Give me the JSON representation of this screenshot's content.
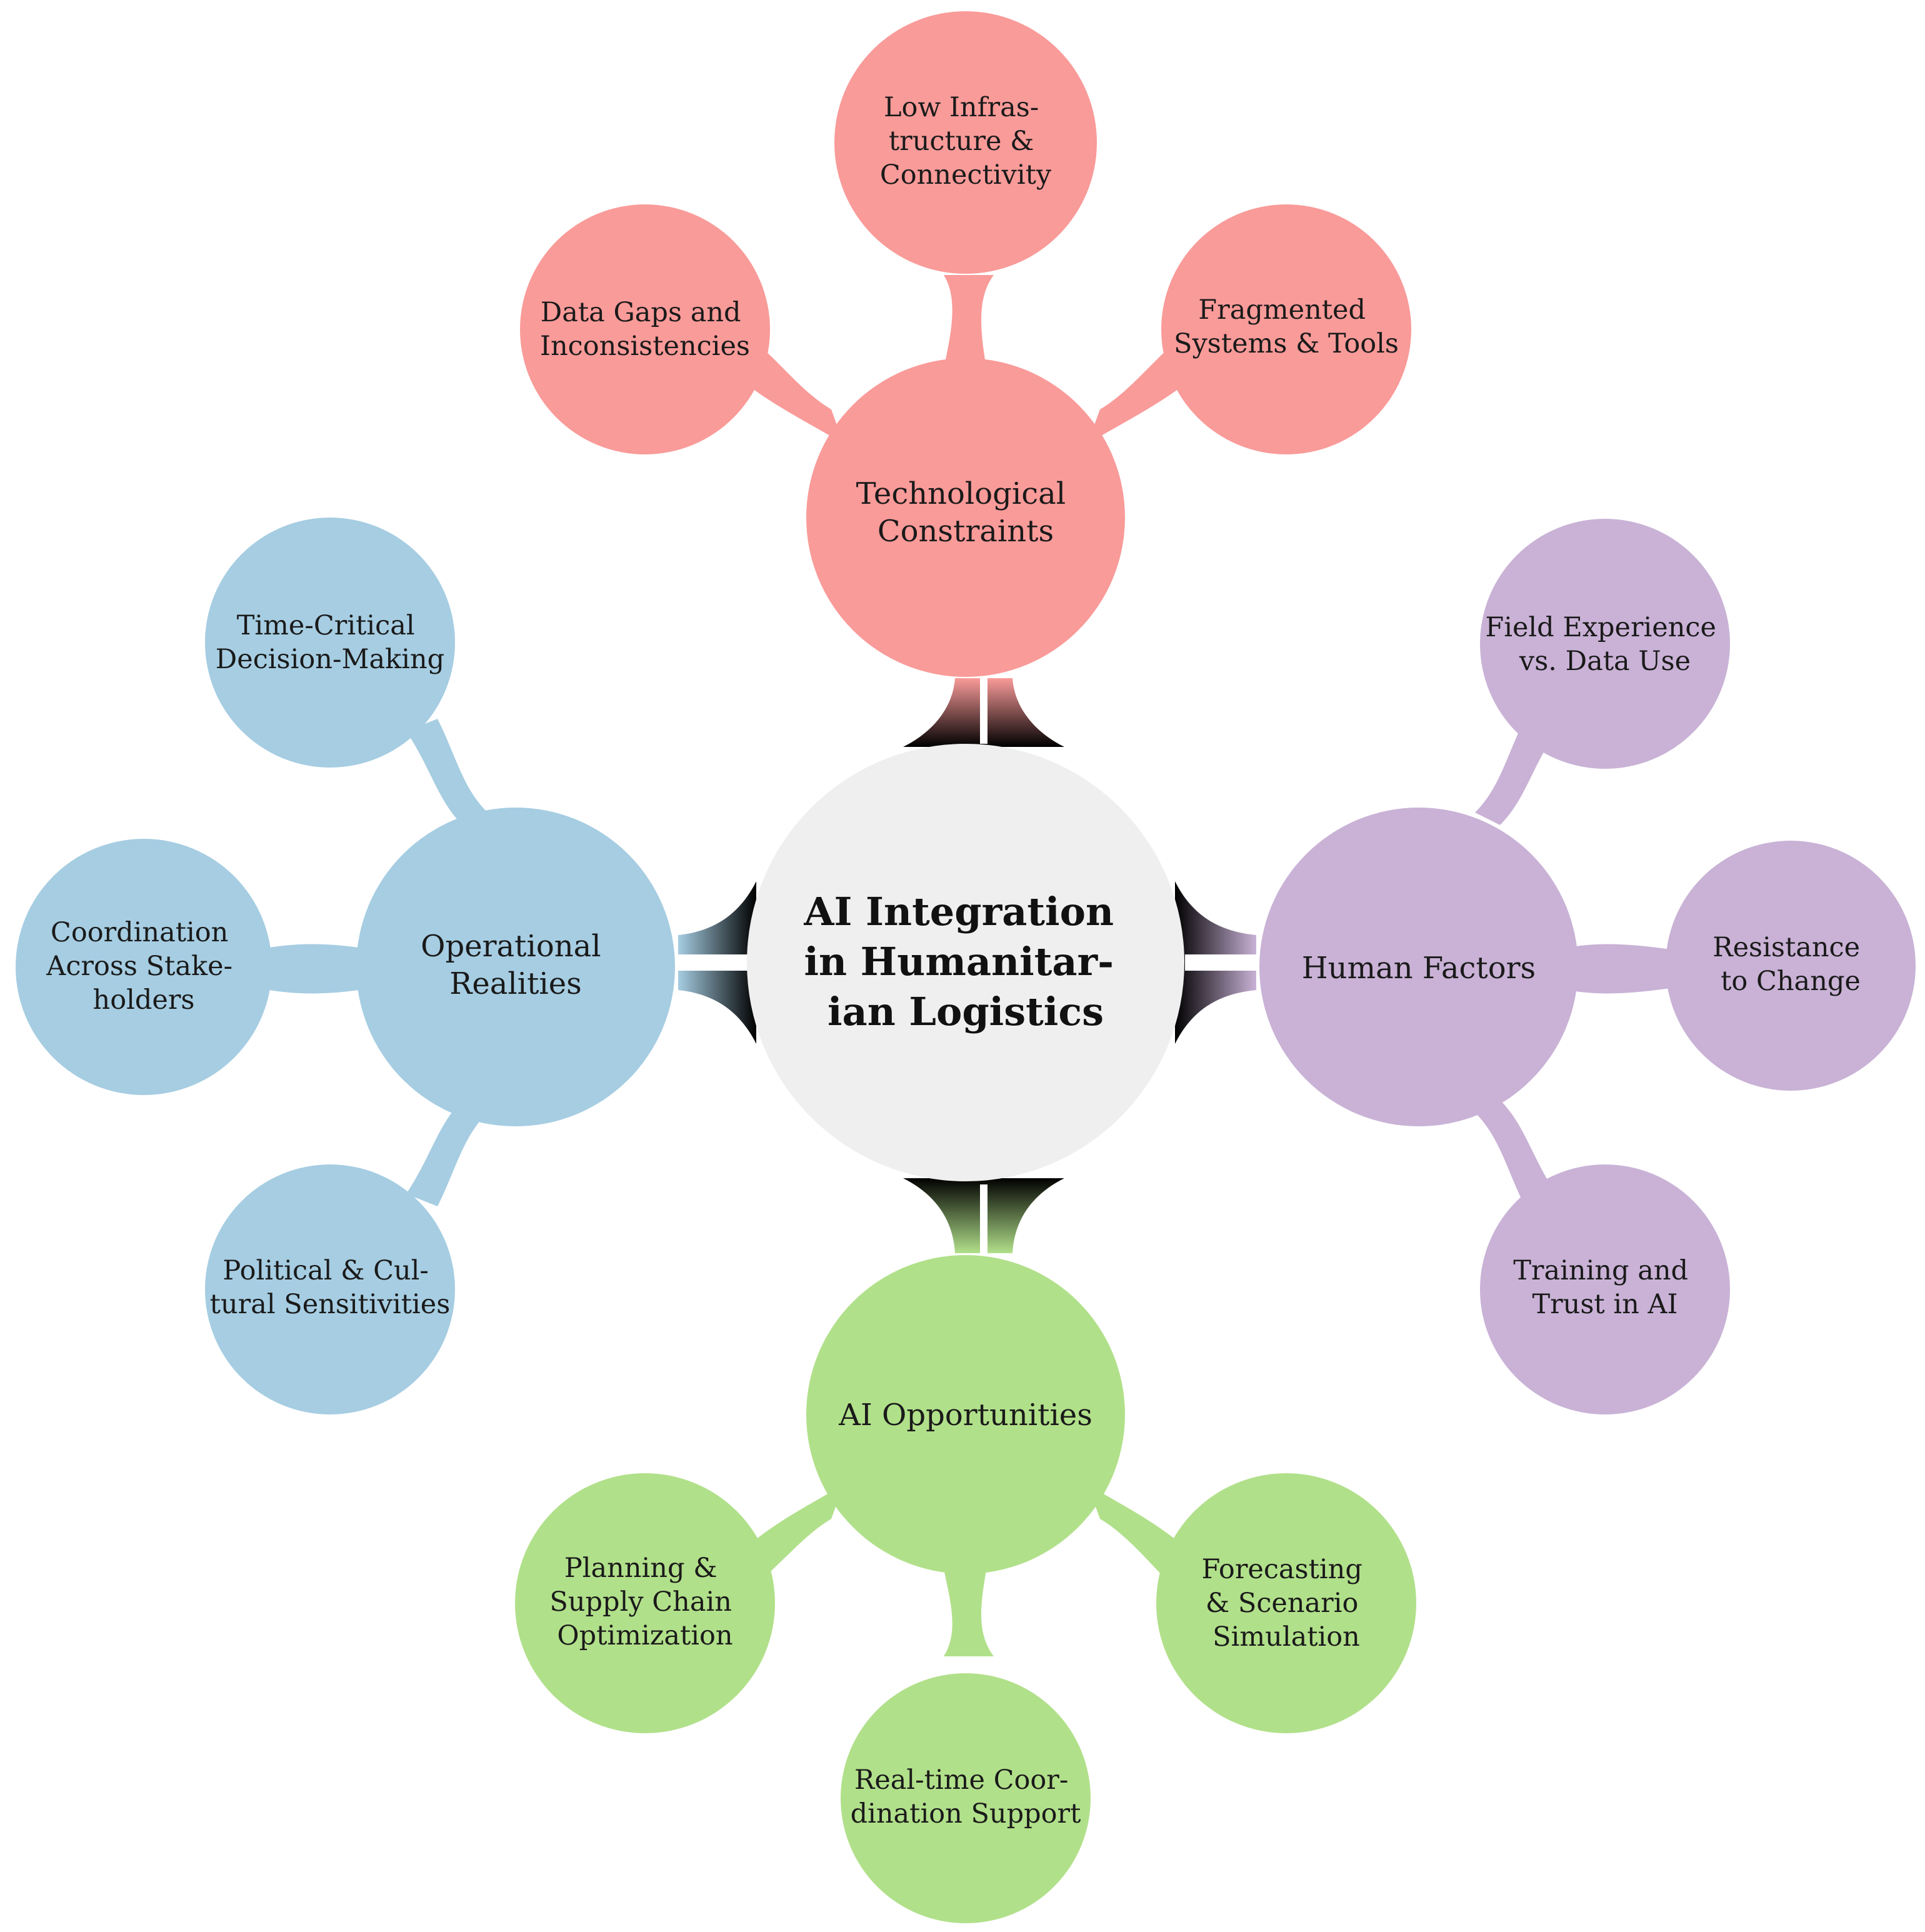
{
  "center": {
    "lines": [
      "AI Integration",
      "in Humanitar-",
      "ian Logistics"
    ],
    "color": "#efefef"
  },
  "branches": [
    {
      "key": "tech",
      "label": [
        "Technological",
        "Constraints"
      ],
      "color": "#f99b99",
      "leaves": [
        {
          "key": "low-infra",
          "lines": [
            "Low Infras-",
            "tructure &",
            "Connectivity"
          ]
        },
        {
          "key": "data-gaps",
          "lines": [
            "Data Gaps and",
            "Inconsistencies"
          ]
        },
        {
          "key": "fragmented",
          "lines": [
            "Fragmented",
            "Systems & Tools"
          ]
        }
      ]
    },
    {
      "key": "operational",
      "label": [
        "Operational",
        "Realities"
      ],
      "color": "#a6cde2",
      "leaves": [
        {
          "key": "time-critical",
          "lines": [
            "Time-Critical",
            "Decision-Making"
          ]
        },
        {
          "key": "coordination",
          "lines": [
            "Coordination",
            "Across Stake-",
            "holders"
          ]
        },
        {
          "key": "political",
          "lines": [
            "Political & Cul-",
            "tural Sensitivities"
          ]
        }
      ]
    },
    {
      "key": "human",
      "label": [
        "Human Factors"
      ],
      "color": "#c9b2d6",
      "leaves": [
        {
          "key": "field-exp",
          "lines": [
            "Field Experience",
            "vs. Data Use"
          ]
        },
        {
          "key": "resistance",
          "lines": [
            "Resistance",
            "to Change"
          ]
        },
        {
          "key": "training",
          "lines": [
            "Training and",
            "Trust in AI"
          ]
        }
      ]
    },
    {
      "key": "ai-opps",
      "label": [
        "AI Opportunities"
      ],
      "color": "#b1e08a",
      "leaves": [
        {
          "key": "planning",
          "lines": [
            "Planning &",
            "Supply Chain",
            "Optimization"
          ]
        },
        {
          "key": "realtime",
          "lines": [
            "Real-time Coor-",
            "dination Support"
          ]
        },
        {
          "key": "forecasting",
          "lines": [
            "Forecasting",
            "& Scenario",
            "Simulation"
          ]
        }
      ]
    }
  ]
}
